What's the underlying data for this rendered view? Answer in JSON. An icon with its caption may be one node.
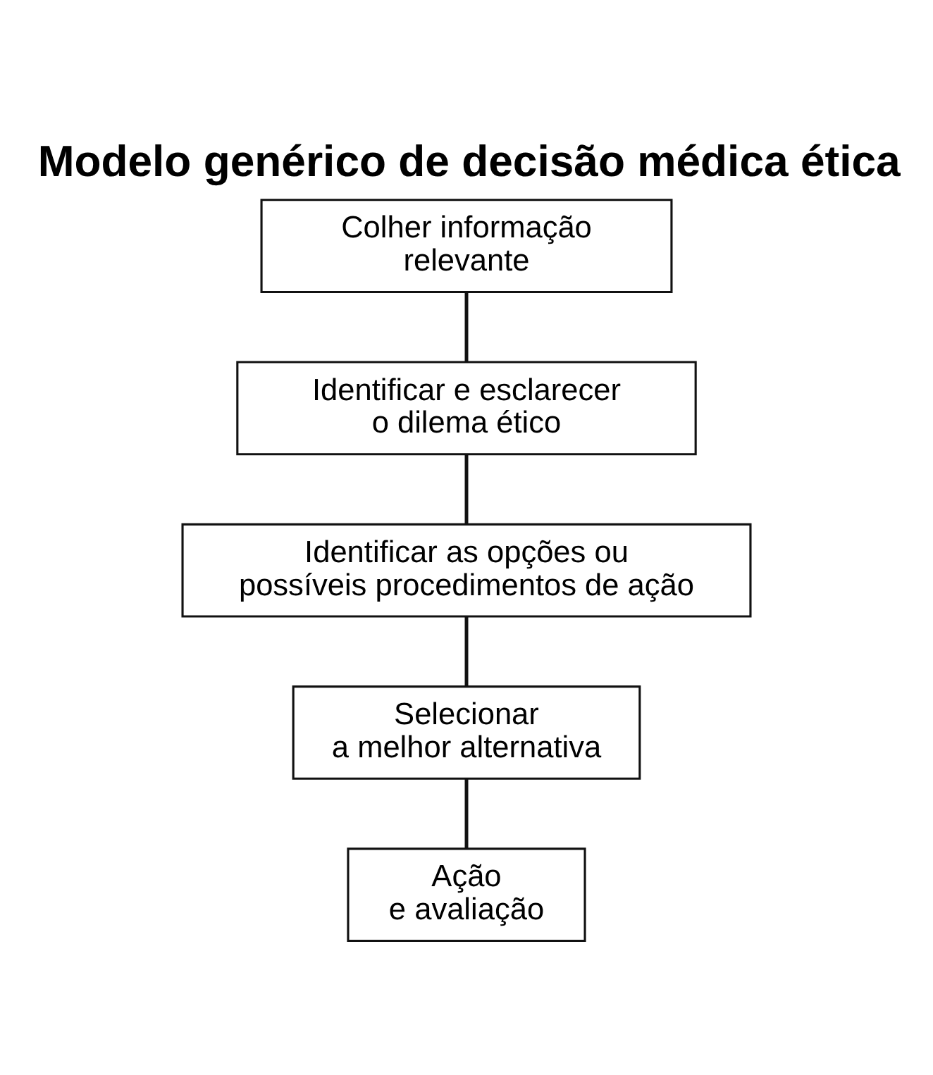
{
  "diagram": {
    "title": "Modelo genérico de decisão médica ética",
    "nodes": [
      {
        "text": [
          "Colher informação relevante"
        ]
      },
      {
        "text": [
          "Identificar e esclarecer o dilema ético"
        ]
      },
      {
        "text": [
          "Identificar as opções ou possíveis procedimentos de ação"
        ]
      },
      {
        "text": [
          "Selecionar a melhor alternativa"
        ]
      },
      {
        "text": [
          "Ação e avaliação"
        ]
      }
    ],
    "edges": [
      {
        "from": 0,
        "to": 1,
        "arrow": "none"
      },
      {
        "from": 1,
        "to": 2,
        "arrow": "none"
      },
      {
        "from": 2,
        "to": 3,
        "arrow": "none"
      },
      {
        "from": 3,
        "to": 4,
        "arrow": "none"
      }
    ]
  }
}
